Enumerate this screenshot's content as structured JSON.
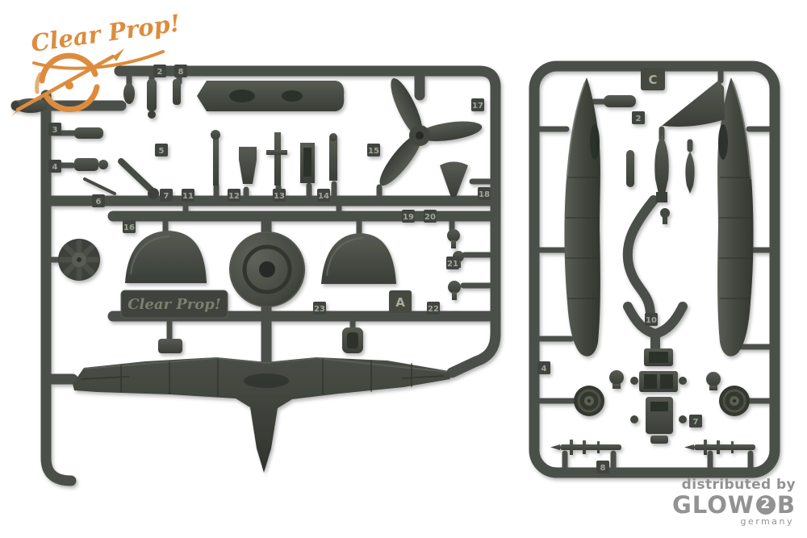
{
  "logo": {
    "text": "Clear Prop!"
  },
  "watermark": {
    "prefix": "distributed by",
    "brand_glow": "GLOW",
    "brand_two": "2",
    "brand_b": "B",
    "country": "germany"
  },
  "sprue_a": {
    "plate_text": "Clear Prop!",
    "tags": [
      "2",
      "8",
      "3",
      "5",
      "4",
      "6",
      "7",
      "11",
      "12",
      "13",
      "14",
      "15",
      "16",
      "17",
      "18",
      "19",
      "20",
      "21",
      "22",
      "23",
      "A"
    ]
  },
  "sprue_c": {
    "tags": [
      "C",
      "2",
      "10",
      "4",
      "8",
      "7"
    ]
  },
  "colors": {
    "background": "#ffffff",
    "sprue": "#4b4f49",
    "sprue_dark": "#363a34",
    "sprue_light": "#5c605a",
    "logo_orange": "#dd8c3e",
    "watermark_gray": "#929292"
  }
}
